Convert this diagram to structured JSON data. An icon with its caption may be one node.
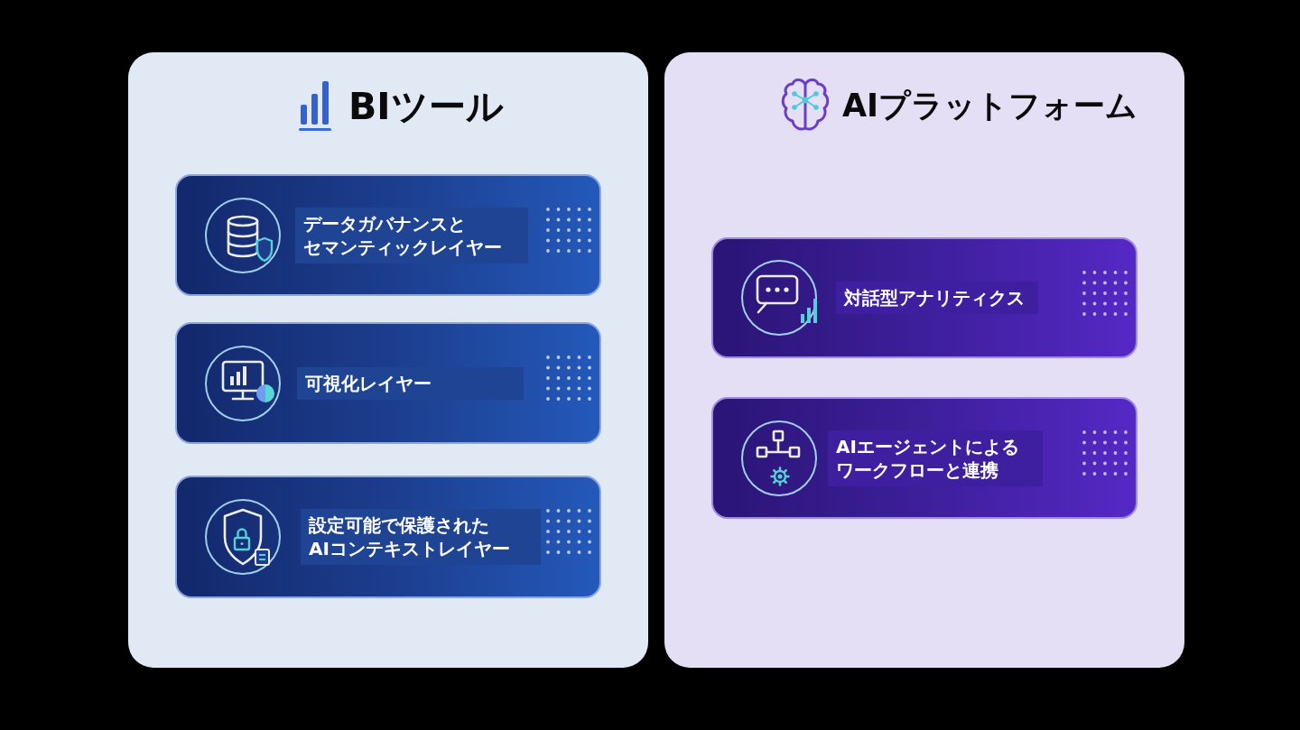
{
  "diagram": {
    "nodes": [
      {
        "text": [
          "BIツール"
        ]
      },
      {
        "text": [
          "データガバナンスとセマンティックレイヤー"
        ],
        "in": 0
      },
      {
        "text": [
          "可視化レイヤー"
        ],
        "in": 0
      },
      {
        "text": [
          "設定可能で保護されたAIコンテキストレイヤー"
        ],
        "in": 0
      },
      {
        "text": [
          "AIプラットフォーム"
        ]
      },
      {
        "text": [
          "対話型アナリティクス"
        ],
        "in": 4
      },
      {
        "text": [
          "AIエージェントによるワークフローと連携"
        ],
        "in": 4
      }
    ]
  }
}
